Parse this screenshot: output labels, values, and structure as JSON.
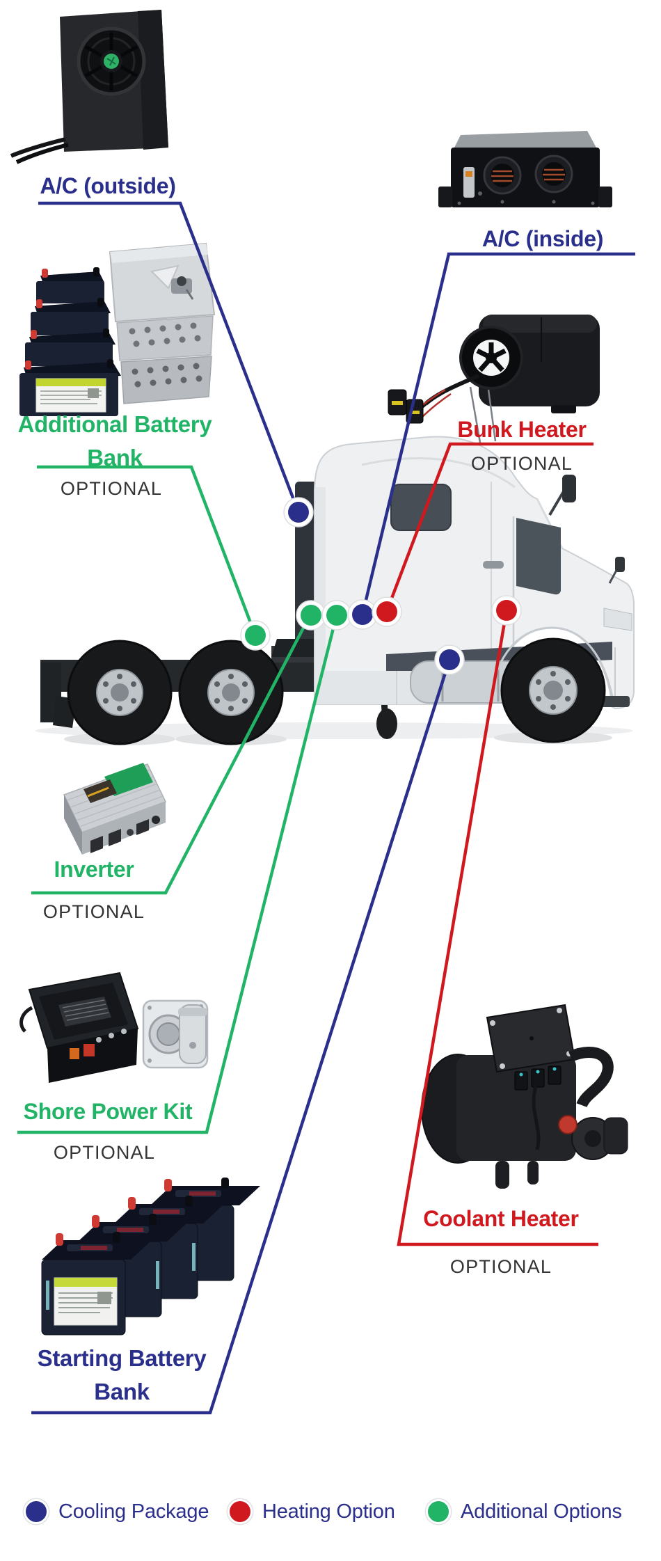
{
  "components": {
    "ac_outside": {
      "label": "A/C (outside)"
    },
    "ac_inside": {
      "label": "A/C (inside)"
    },
    "additional_battery_bank": {
      "line1": "Additional Battery",
      "line2": "Bank",
      "optional": "OPTIONAL"
    },
    "bunk_heater": {
      "label": "Bunk Heater",
      "optional": "OPTIONAL"
    },
    "inverter": {
      "label": "Inverter",
      "optional": "OPTIONAL"
    },
    "shore_power_kit": {
      "label": "Shore Power Kit",
      "optional": "OPTIONAL"
    },
    "coolant_heater": {
      "label": "Coolant Heater",
      "optional": "OPTIONAL"
    },
    "starting_battery_bank": {
      "line1": "Starting Battery",
      "line2": "Bank"
    }
  },
  "colors": {
    "cooling": "#2b2f8c",
    "heating": "#d0191f",
    "additional": "#21b467",
    "optional_text": "#333336"
  },
  "truck_markers": [
    {
      "component": "ac_outside",
      "color": "#2b2f8c"
    },
    {
      "component": "inverter",
      "color": "#21b467"
    },
    {
      "component": "shore_power_kit",
      "color": "#21b467"
    },
    {
      "component": "ac_inside",
      "color": "#2b2f8c"
    },
    {
      "component": "bunk_heater",
      "color": "#d0191f"
    },
    {
      "component": "additional_battery_bank",
      "color": "#21b467"
    },
    {
      "component": "coolant_heater",
      "color": "#d0191f"
    },
    {
      "component": "starting_battery_bank",
      "color": "#2b2f8c"
    }
  ],
  "legend": {
    "items": [
      {
        "label": "Cooling Package",
        "color": "#2b2f8c"
      },
      {
        "label": "Heating Option",
        "color": "#d0191f"
      },
      {
        "label": "Additional Options",
        "color": "#21b467"
      }
    ]
  }
}
